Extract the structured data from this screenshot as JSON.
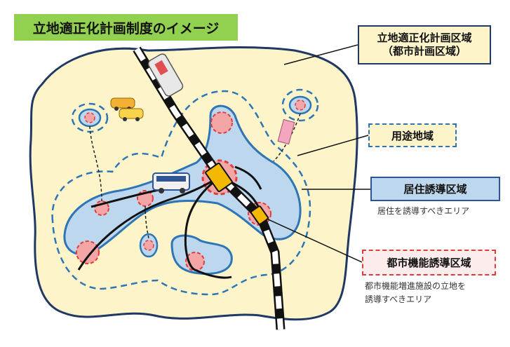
{
  "title": "立地適正化計画制度のイメージ",
  "planning_area": {
    "line1": "立地適正化計画区域",
    "line2": "（都市計画区域）"
  },
  "land_use_zone": {
    "label": "用途地域"
  },
  "residential_zone": {
    "label": "居住誘導区域",
    "description": "居住を誘導すべきエリア"
  },
  "urban_function_zone": {
    "label": "都市機能誘導区域",
    "description_line1": "都市機能増進施設の立地を",
    "description_line2": "誘導すべきエリア"
  },
  "colors": {
    "title_bg": "#92d050",
    "city_fill": "#fdf5c9",
    "residential_fill": "#bdd7ee",
    "residential_border": "#2e75b6",
    "urban_fill": "#f4a6a6",
    "urban_border": "#e03c3c",
    "outline": "#1f3864",
    "station": "#f5b800"
  },
  "icons": [
    "train-icon",
    "bus-icon",
    "car-icon",
    "station-icon",
    "building-icon"
  ]
}
